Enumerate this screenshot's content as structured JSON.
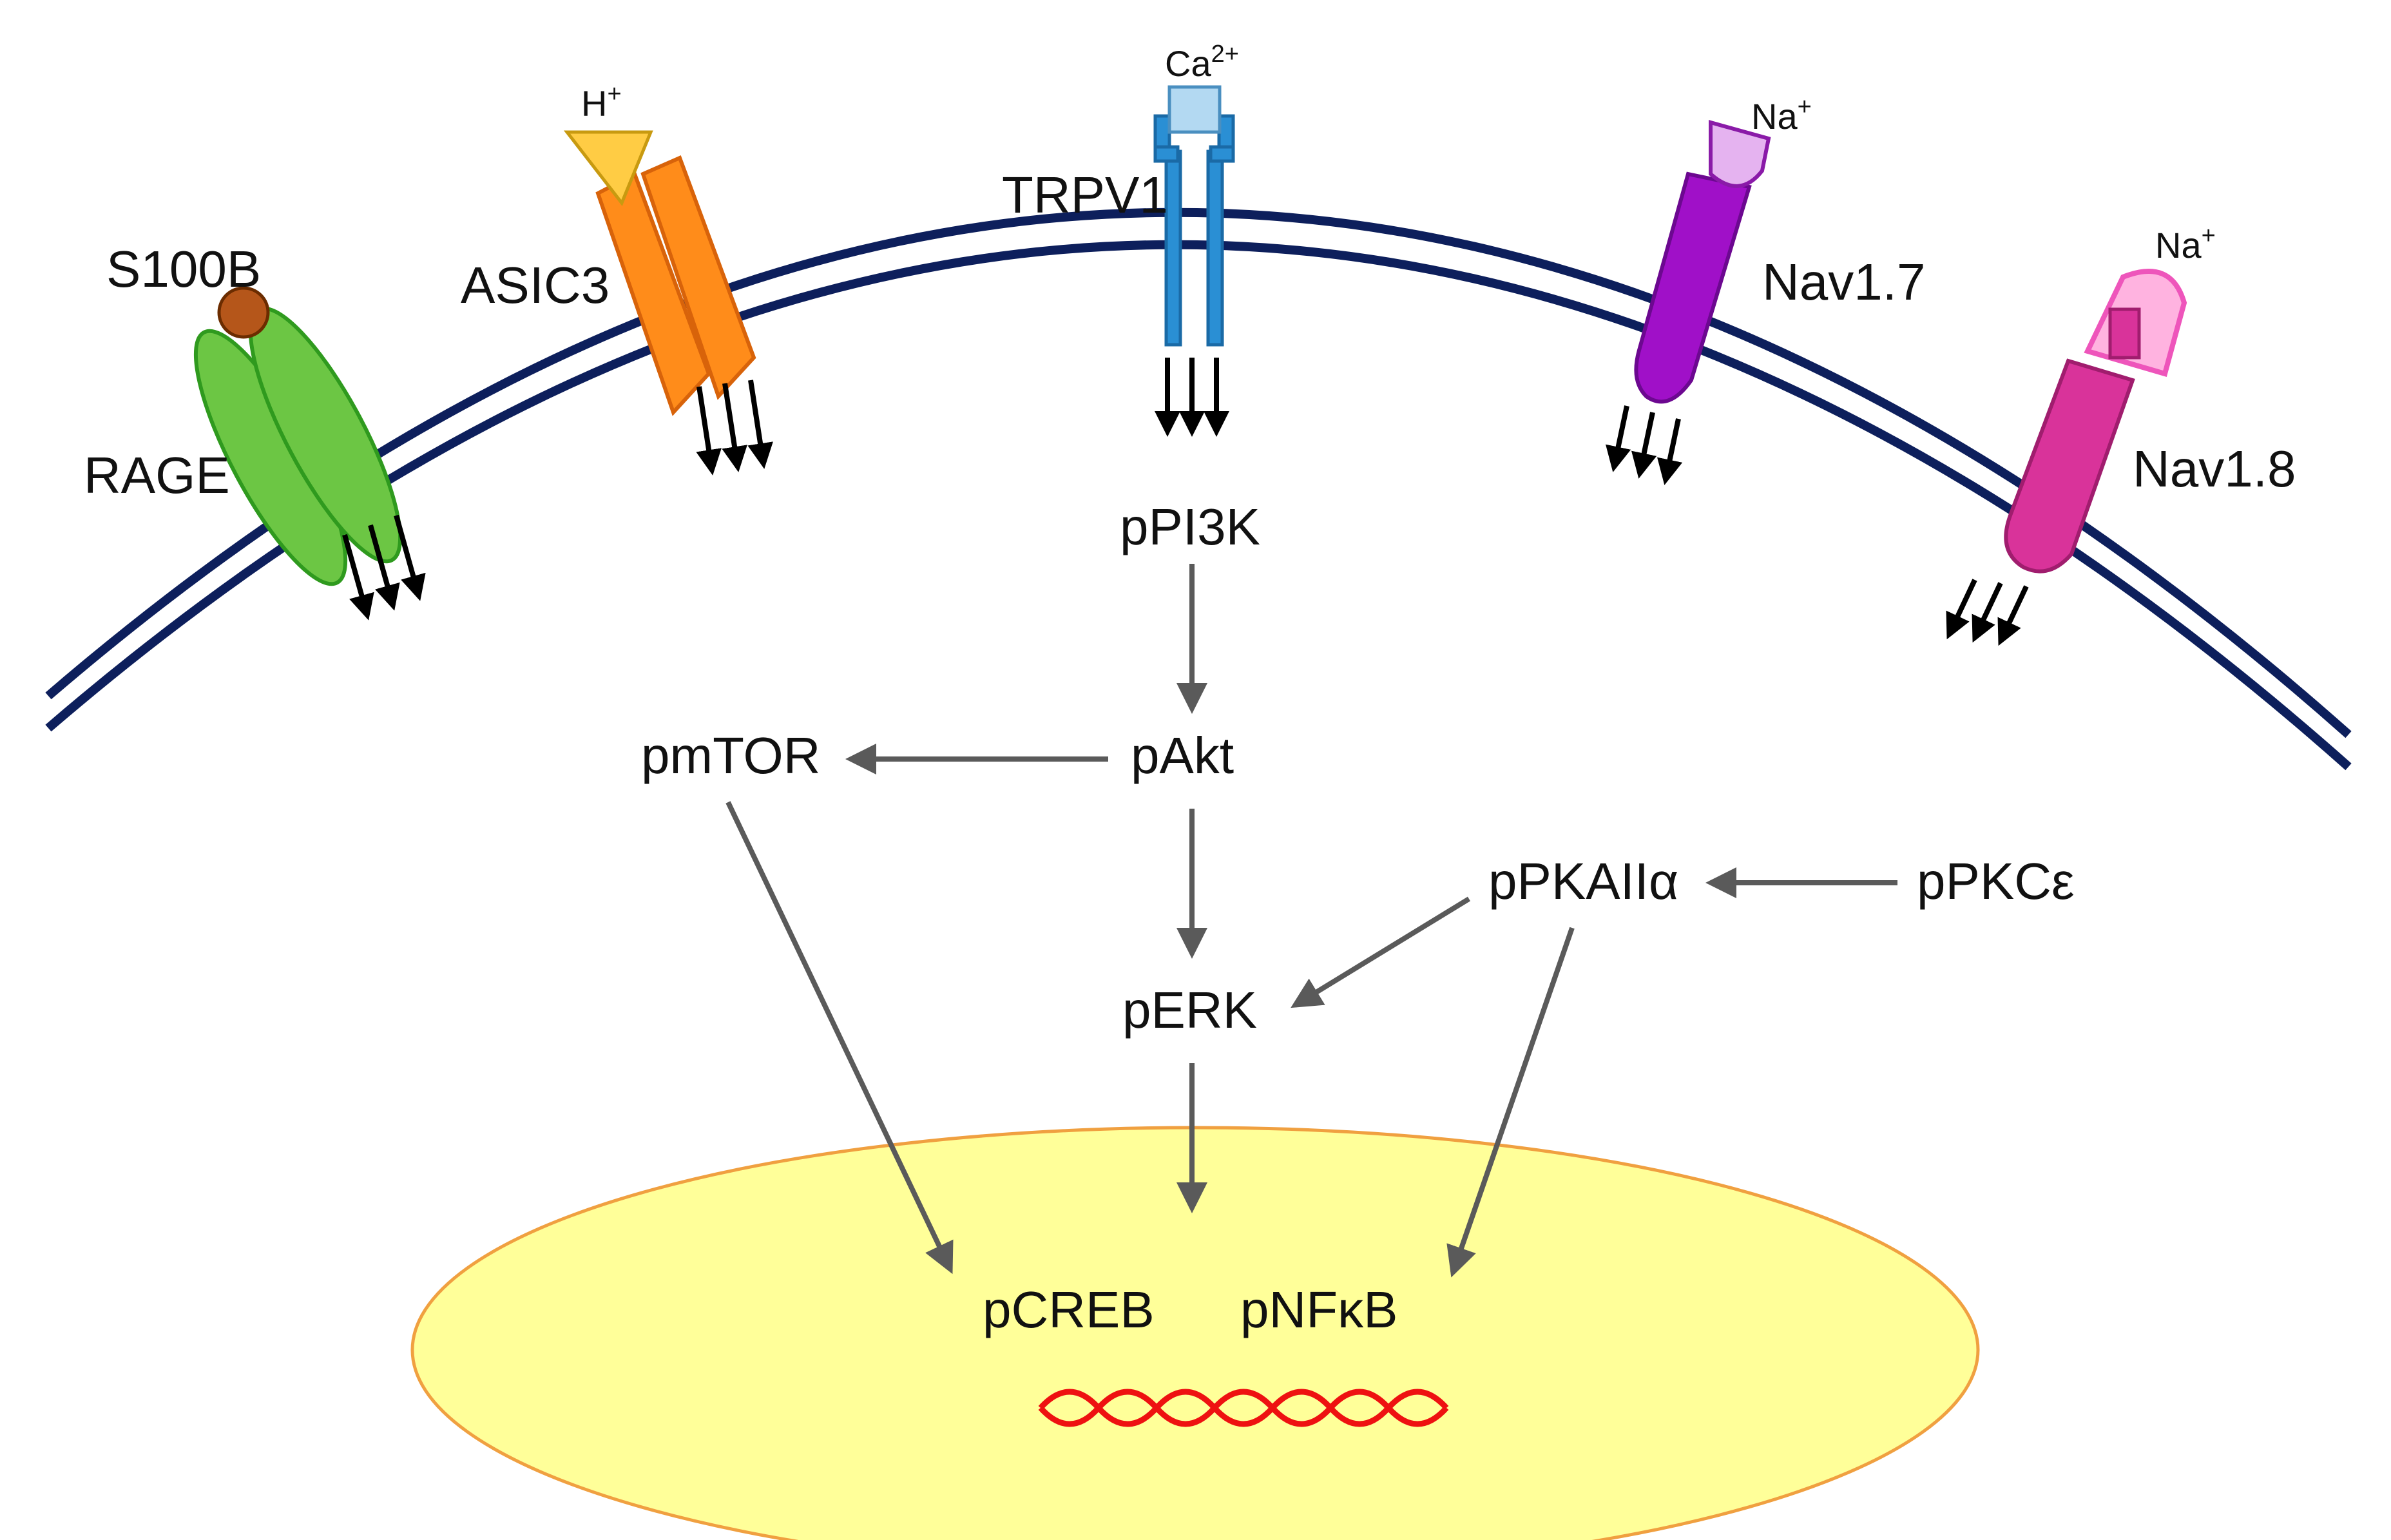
{
  "receptors": {
    "rage": "RAGE",
    "s100b": "S100B",
    "asic3": "ASIC3",
    "trpv1": "TRPV1",
    "nav17": "Nav1.7",
    "nav18": "Nav1.8"
  },
  "ions": {
    "proton": {
      "base": "H",
      "sup": "+"
    },
    "calcium": {
      "base": "Ca",
      "sup": "2+"
    },
    "sodium_17": {
      "base": "Na",
      "sup": "+"
    },
    "sodium_18": {
      "base": "Na",
      "sup": "+"
    }
  },
  "signaling_nodes": {
    "ppi3k": "pPI3K",
    "pakt": "pAkt",
    "pmtor": "pmTOR",
    "perk": "pERK",
    "ppkaiia": "pPKAIIα",
    "ppkce": "pPKCε"
  },
  "nucleus": {
    "pcreb": "pCREB",
    "pnfkb": "pNFκB"
  },
  "colors": {
    "membrane": "#0d1f5c",
    "rage": "#6cc644",
    "s100b": "#b5561a",
    "asic3": "#ff8c1a",
    "proton": "#ffcc44",
    "trpv1": "#2a8fd4",
    "calcium": "#b3d9f2",
    "nav17": "#a010c8",
    "nav18": "#d9339a",
    "nucleus": "#ffff99",
    "dna": "#ee1111",
    "arrows": "#5a5a5a"
  }
}
